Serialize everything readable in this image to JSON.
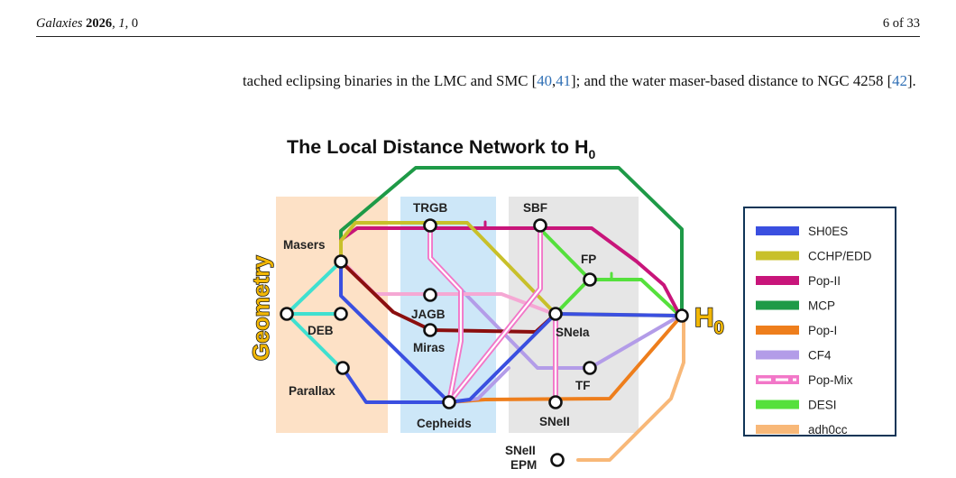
{
  "header": {
    "journal_name": "Galaxies",
    "year": "2026",
    "volume": "1",
    "article": "0",
    "page_label": "6 of 33"
  },
  "paragraph": {
    "text_1": "tached eclipsing binaries in the LMC and SMC [",
    "cite_1a": "40",
    "cite_sep": ",",
    "cite_1b": "41",
    "text_2": "]; and the water maser-based distance to NGC 4258 [",
    "cite_2": "42",
    "text_3": "]."
  },
  "figure": {
    "title_main": "The Local Distance Network to H",
    "title_sub": "0",
    "side_label": "Geometry",
    "target_main": "H",
    "target_sub": "0",
    "columns": [
      {
        "key": "geometry",
        "color": "#fde1c6"
      },
      {
        "key": "trgb",
        "color": "#cde7f8"
      },
      {
        "key": "sbf",
        "color": "#e6e6e6"
      }
    ],
    "nodes": {
      "masers": "Masers",
      "deb": "DEB",
      "parallax": "Parallax",
      "trgb": "TRGB",
      "jagb": "JAGB",
      "miras": "Miras",
      "cepheids": "Cepheids",
      "sbf": "SBF",
      "fp": "FP",
      "snia": "SNeIa",
      "tf": "TF",
      "snii": "SNeII",
      "snii_epm_1": "SNeII",
      "snii_epm_2": "EPM"
    },
    "legend": [
      {
        "label": "SH0ES",
        "color": "#3a4fe0",
        "style": "solid"
      },
      {
        "label": "CCHP/EDD",
        "color": "#c8c02a",
        "style": "solid"
      },
      {
        "label": "Pop-II",
        "color": "#c8157a",
        "style": "solid"
      },
      {
        "label": "MCP",
        "color": "#1e9a47",
        "style": "solid"
      },
      {
        "label": "Pop-I",
        "color": "#ee7e1c",
        "style": "solid"
      },
      {
        "label": "CF4",
        "color": "#b39ce8",
        "style": "solid"
      },
      {
        "label": "Pop-Mix",
        "color": "#f277c8",
        "style": "dashed"
      },
      {
        "label": "DESI",
        "color": "#55e03c",
        "style": "solid"
      },
      {
        "label": "adh0cc",
        "color": "#f8b878",
        "style": "solid"
      }
    ],
    "line_colors": {
      "deb_link": "#40e0d0",
      "jagb_link": "#f5a8d4",
      "miras_link": "#8b0f0f",
      "geometry_label": "#f2b705",
      "legend_border": "#0f3557"
    }
  }
}
